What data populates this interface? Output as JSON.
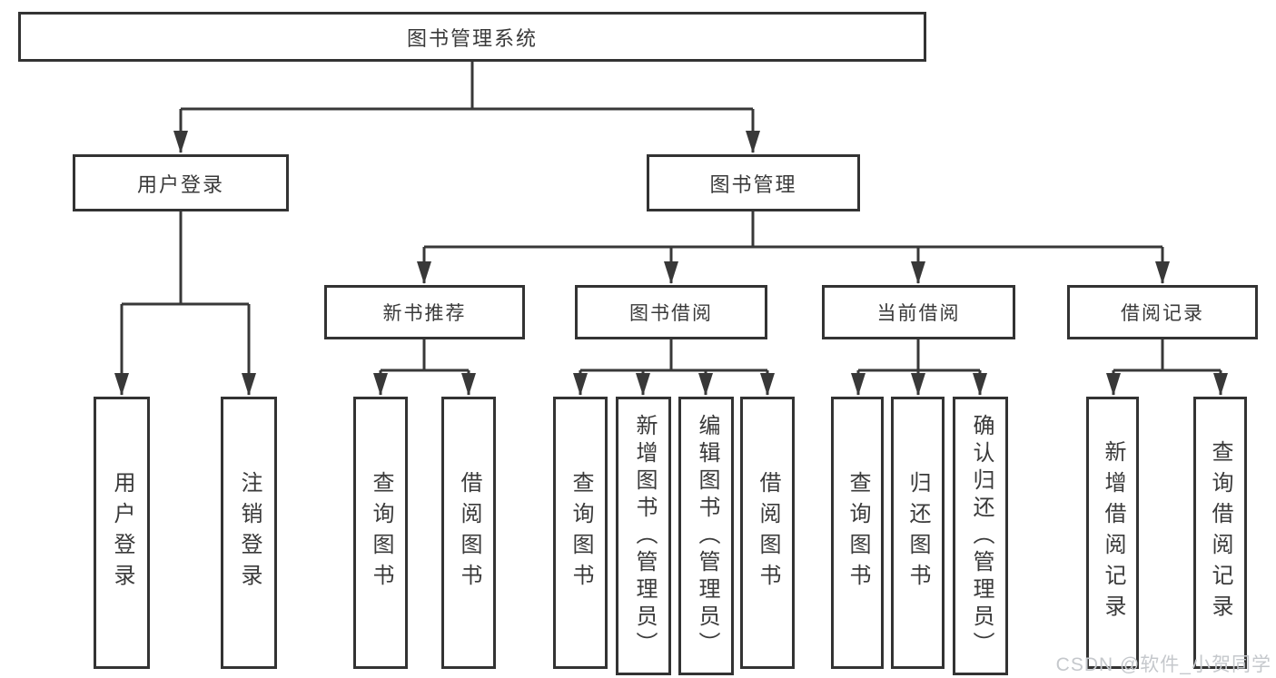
{
  "diagram": {
    "root": {
      "label": "图书管理系统",
      "children": [
        {
          "label": "用户登录",
          "children": [
            {
              "label": "用户登录"
            },
            {
              "label": "注销登录"
            }
          ]
        },
        {
          "label": "图书管理",
          "children": [
            {
              "label": "新书推荐",
              "children": [
                {
                  "label": "查询图书"
                },
                {
                  "label": "借阅图书"
                }
              ]
            },
            {
              "label": "图书借阅",
              "children": [
                {
                  "label": "查询图书"
                },
                {
                  "label": "新增图书（管理员）"
                },
                {
                  "label": "编辑图书（管理员）"
                },
                {
                  "label": "借阅图书"
                }
              ]
            },
            {
              "label": "当前借阅",
              "children": [
                {
                  "label": "查询图书"
                },
                {
                  "label": "归还图书"
                },
                {
                  "label": "确认归还（管理员）"
                }
              ]
            },
            {
              "label": "借阅记录",
              "children": [
                {
                  "label": "新增借阅记录"
                },
                {
                  "label": "查询借阅记录"
                }
              ]
            }
          ]
        }
      ]
    }
  },
  "watermark": "CSDN @软件_小贺同学",
  "colors": {
    "line": "#383838",
    "box_border": "#333333",
    "text": "#3a3a3a",
    "watermark": "#c5c8cc",
    "background": "#ffffff"
  }
}
